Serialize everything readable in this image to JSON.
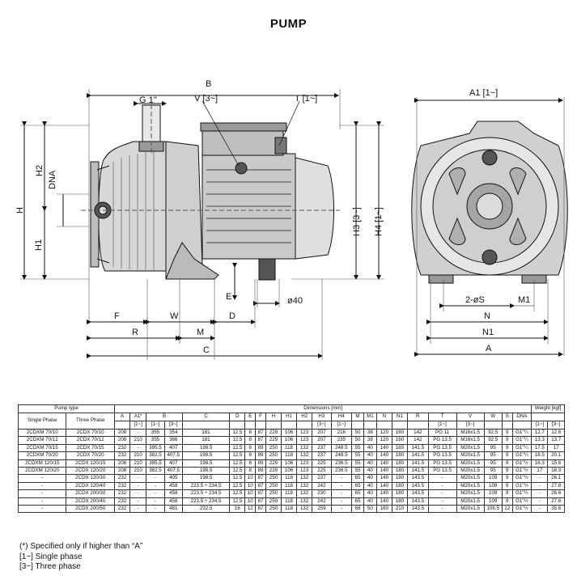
{
  "title": "PUMP",
  "drawing_labels": {
    "B": "B",
    "G1": "G 1\"",
    "V": "V [3~]",
    "T": "T [1~]",
    "H": "H",
    "H2": "H2",
    "H1": "H1",
    "DNA": "DNA",
    "H3": "H3 [3~]",
    "H4": "H4 [1~]",
    "E": "E",
    "phi40": "ø40",
    "F": "F",
    "W": "W",
    "D": "D",
    "R": "R",
    "M": "M",
    "C": "C",
    "A1": "A1 [1~]",
    "twoS": "2-øS",
    "M1": "M1",
    "N": "N",
    "N1": "N1",
    "A": "A"
  },
  "table": {
    "header_pump_type": "Pump type",
    "header_dimensions": "Dimensions [mm]",
    "header_weight": "Weight [kgf]",
    "col_single": "Single Phase",
    "col_three": "Three Phase",
    "dim_cols": [
      "A",
      "A1*",
      "B",
      "C",
      "D",
      "E",
      "F",
      "H",
      "H1",
      "H2",
      "H3",
      "H4",
      "M",
      "M1",
      "N",
      "N1",
      "R",
      "T",
      "V",
      "W",
      "S",
      "DNA"
    ],
    "sub_B": [
      "[1~]",
      "[3~]"
    ],
    "sub_A1": "[1~]",
    "sub_H3": "[3~]",
    "sub_H4": "[1~]",
    "sub_T": "[1~]",
    "sub_V": "[3~]",
    "sub_weight": [
      "[1~]",
      "[3~]"
    ],
    "rows": [
      [
        "2CDXM 70/10",
        "2CDX 70/10",
        "208",
        "-",
        "355",
        "354",
        "181",
        "12.5",
        "8",
        "87",
        "229",
        "106",
        "123",
        "207",
        "216",
        "50",
        "38",
        "120",
        "160",
        "142",
        "PG 11",
        "M16x1.5",
        "92.5",
        "9",
        "G1\"¼",
        "12.7",
        "12.6"
      ],
      [
        "2CDXM 70/12",
        "2CDX 70/12",
        "208",
        "210",
        "355",
        "366",
        "181",
        "12.5",
        "8",
        "87",
        "229",
        "106",
        "123",
        "207",
        "235",
        "50",
        "38",
        "120",
        "160",
        "142",
        "PG 13.5",
        "M16x1.5",
        "92.5",
        "9",
        "G1\"¼",
        "13.3",
        "13.7"
      ],
      [
        "2CDXM 70/15",
        "2CDX 70/15",
        "232",
        "-",
        "395.5",
        "407",
        "198.5",
        "12.5",
        "8",
        "89",
        "250",
        "118",
        "132",
        "237",
        "248.5",
        "55",
        "40",
        "140",
        "180",
        "141.5",
        "PG 13.5",
        "M20x1.5",
        "95",
        "9",
        "G1\"¼",
        "17.5",
        "17"
      ],
      [
        "2CDXM 70/20",
        "2CDX 70/20",
        "232",
        "210",
        "382.5",
        "407.5",
        "198.5",
        "12.5",
        "8",
        "89",
        "250",
        "118",
        "132",
        "237",
        "248.5",
        "55",
        "40",
        "140",
        "180",
        "141.5",
        "PG 13.5",
        "M20x1.5",
        "95",
        "9",
        "G1\"¼",
        "18.5",
        "20.1"
      ],
      [
        "2CDXM 120/15",
        "2CDX 120/15",
        "208",
        "210",
        "395.5",
        "407",
        "198.5",
        "12.5",
        "8",
        "89",
        "229",
        "106",
        "123",
        "225",
        "236.5",
        "55",
        "40",
        "140",
        "180",
        "141.5",
        "PG 13.5",
        "M20x1.5",
        "95",
        "9",
        "G1\"½",
        "16.3",
        "15.6"
      ],
      [
        "2CDXM 120/20",
        "2CDX 120/20",
        "208",
        "210",
        "382.5",
        "407.5",
        "198.5",
        "12.5",
        "8",
        "89",
        "229",
        "106",
        "123",
        "225",
        "236.5",
        "55",
        "40",
        "140",
        "180",
        "141.5",
        "PG 13.5",
        "M20x1.5",
        "95",
        "9",
        "G1\"½",
        "17",
        "18.3"
      ],
      [
        "-",
        "2CDX 120/30",
        "232",
        "-",
        "-",
        "405",
        "198.5",
        "12.5",
        "10",
        "87",
        "250",
        "118",
        "132",
        "237",
        "-",
        "65",
        "40",
        "140",
        "180",
        "143.5",
        "-",
        "M20x1.5",
        "109",
        "9",
        "G1\"½",
        "-",
        "26.1"
      ],
      [
        "-",
        "2CDX 120/40",
        "232",
        "-",
        "-",
        "458",
        "223.5 ÷ 234.5",
        "12.5",
        "10",
        "87",
        "250",
        "118",
        "132",
        "242",
        "-",
        "65",
        "40",
        "140",
        "180",
        "143.5",
        "-",
        "M20x1.5",
        "109",
        "9",
        "G1\"½",
        "-",
        "27.8"
      ],
      [
        "-",
        "2CDX 200/30",
        "232",
        "-",
        "-",
        "458",
        "223.5 ÷ 234.5",
        "12.5",
        "10",
        "87",
        "250",
        "118",
        "132",
        "230",
        "-",
        "65",
        "40",
        "140",
        "180",
        "143.5",
        "-",
        "M20x1.5",
        "109",
        "9",
        "G1\"½",
        "-",
        "26.6"
      ],
      [
        "-",
        "2CDX 200/40",
        "232",
        "-",
        "-",
        "458",
        "223.5 ÷ 234.5",
        "12.5",
        "10",
        "87",
        "250",
        "118",
        "132",
        "242",
        "-",
        "65",
        "40",
        "140",
        "180",
        "143.5",
        "-",
        "M20x1.5",
        "109",
        "9",
        "G1\"½",
        "-",
        "27.6"
      ],
      [
        "-",
        "2CDX 200/50",
        "232",
        "-",
        "-",
        "481",
        "232.5",
        "16",
        "12",
        "87",
        "250",
        "118",
        "132",
        "259",
        "-",
        "68",
        "50",
        "160",
        "210",
        "143.5",
        "-",
        "M20x1.5",
        "108.5",
        "12",
        "G1\"½",
        "-",
        "35.6"
      ]
    ]
  },
  "notes": [
    "(*) Specified only if higher than “A”",
    "[1~] Single phase",
    "[3~] Three phase"
  ]
}
